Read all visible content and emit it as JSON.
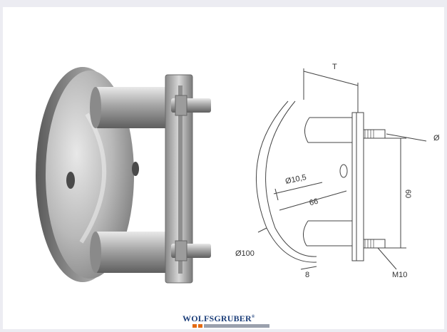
{
  "drawing": {
    "labels": {
      "t": "T",
      "d": "Ø",
      "hole": "Ø10,5",
      "hole_spacing": "66",
      "plate_spacing": "60",
      "disc": "Ø100",
      "thickness": "8",
      "thread": "M10"
    }
  },
  "brand": {
    "name": "WOLFSGRUBER",
    "mark": "®",
    "accent_color": "#e46a12",
    "text_color": "#1d3f7a"
  }
}
